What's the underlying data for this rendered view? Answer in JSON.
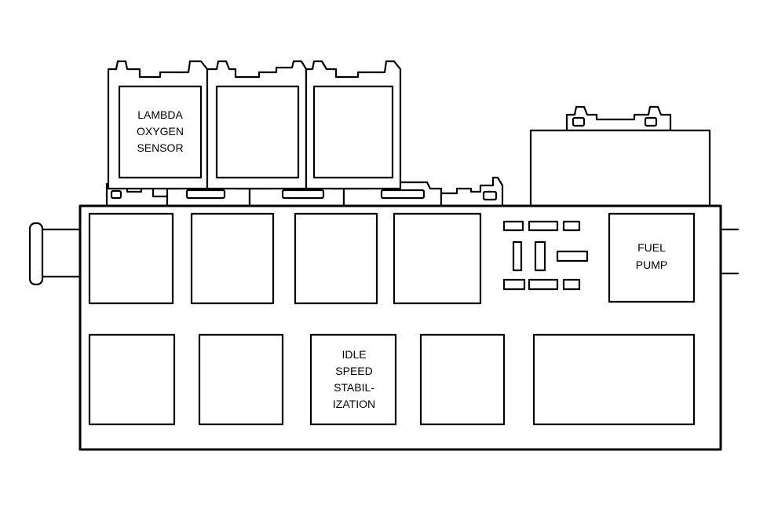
{
  "diagram": {
    "colors": {
      "line": "#000000",
      "background": "#ffffff"
    },
    "components": {
      "lambda_sensor": {
        "lines": [
          "LAMBDA",
          "OXYGEN",
          "SENSOR"
        ]
      },
      "fuel_pump": {
        "lines": [
          "FUEL",
          "PUMP"
        ]
      },
      "idle_speed": {
        "lines": [
          "IDLE",
          "SPEED",
          "STABIL-",
          "IZATION"
        ]
      }
    }
  }
}
